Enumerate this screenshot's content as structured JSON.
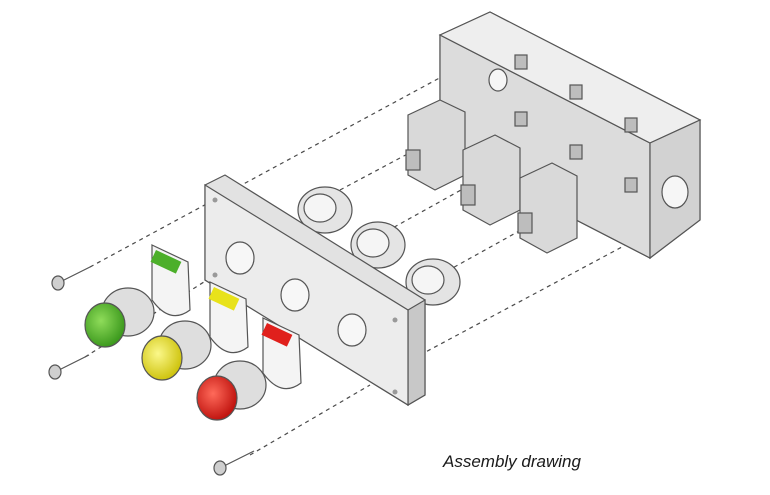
{
  "caption": "Assembly drawing",
  "colors": {
    "green": "#4caf2a",
    "yellow": "#e8e21a",
    "red": "#e0201c",
    "housing": "#e6e6e6",
    "outline": "#555555"
  },
  "icons": [
    "screw",
    "pushbutton-green",
    "pushbutton-yellow",
    "pushbutton-red",
    "legend-holder",
    "threaded-ring",
    "contact-block",
    "enclosure"
  ]
}
